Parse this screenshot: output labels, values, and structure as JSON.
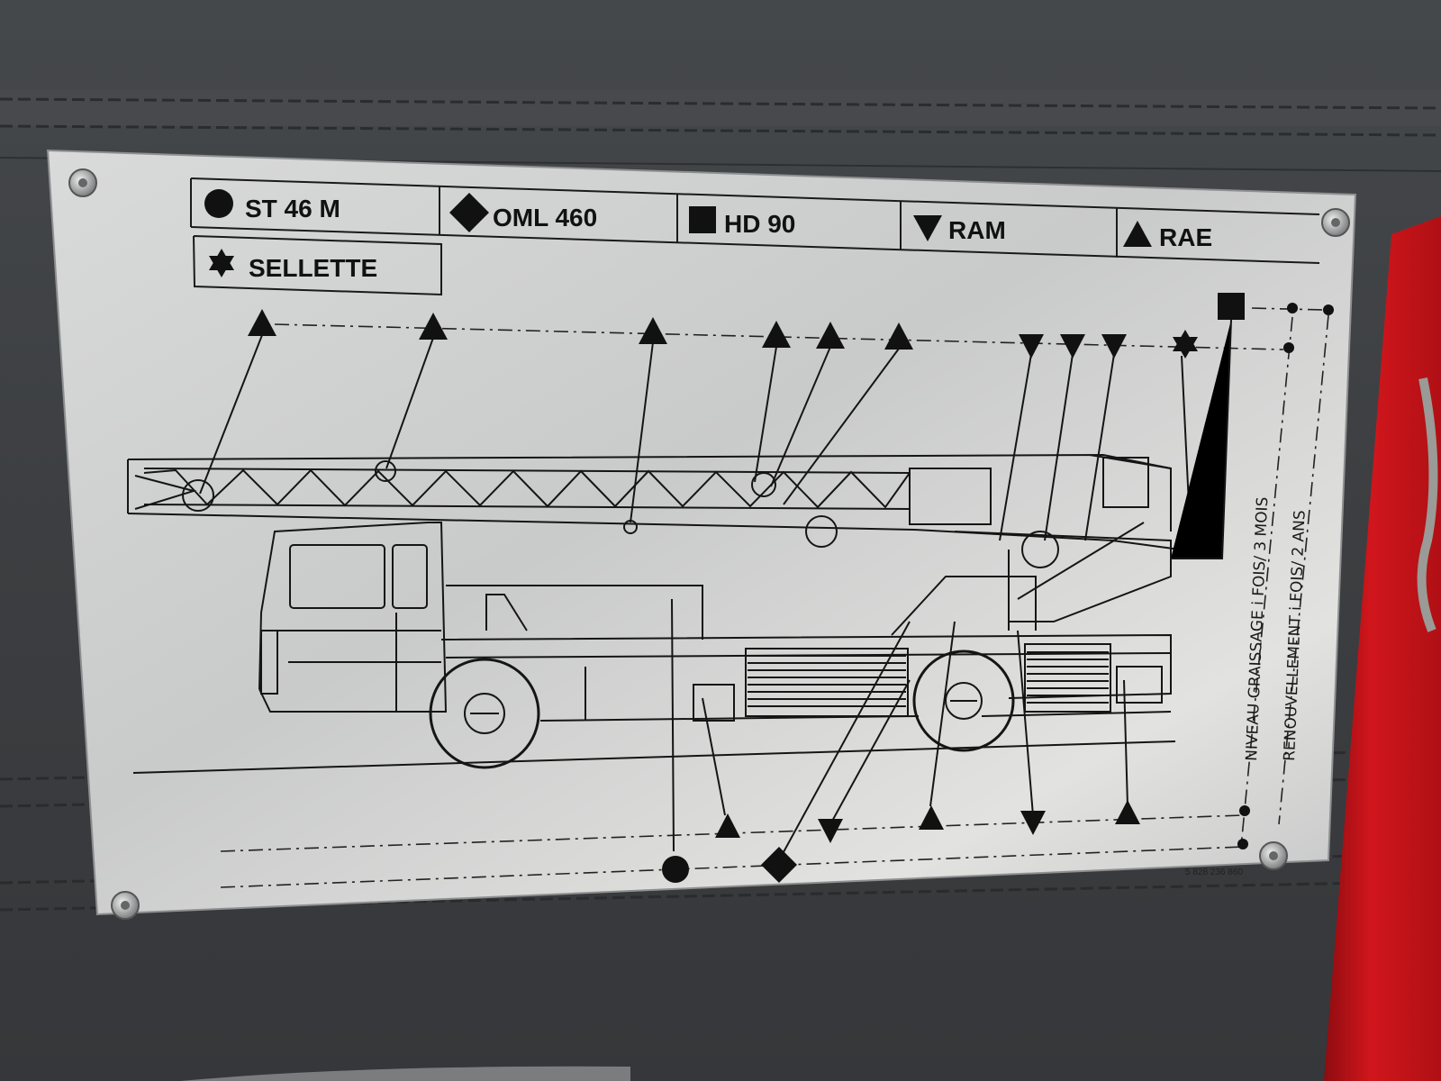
{
  "legend": {
    "circle_label": "ST   46   M",
    "diamond_label": "OML   460",
    "square_label": "HD   90",
    "triangle_down_label": "RAM",
    "triangle_up_label": "RAE",
    "star_label": "SELLETTE"
  },
  "side_text": {
    "line1": "NIVEAU GRAISSAGE  i  FOIS/ 3 MOIS",
    "line2": "RENOUVELLEMENT  i  FOIS/ 2 ANS"
  },
  "part_number": "5 828 236 860",
  "icons": {
    "circle": "filled-circle-icon",
    "diamond": "filled-diamond-icon",
    "square": "filled-square-icon",
    "triangle_down": "triangle-down-icon",
    "triangle_up": "triangle-up-icon",
    "star": "six-point-star-icon"
  },
  "colors": {
    "plate": "#cfd0d0",
    "ink": "#111111",
    "background_panel": "#3e4043",
    "red_trim": "#c8161c"
  }
}
